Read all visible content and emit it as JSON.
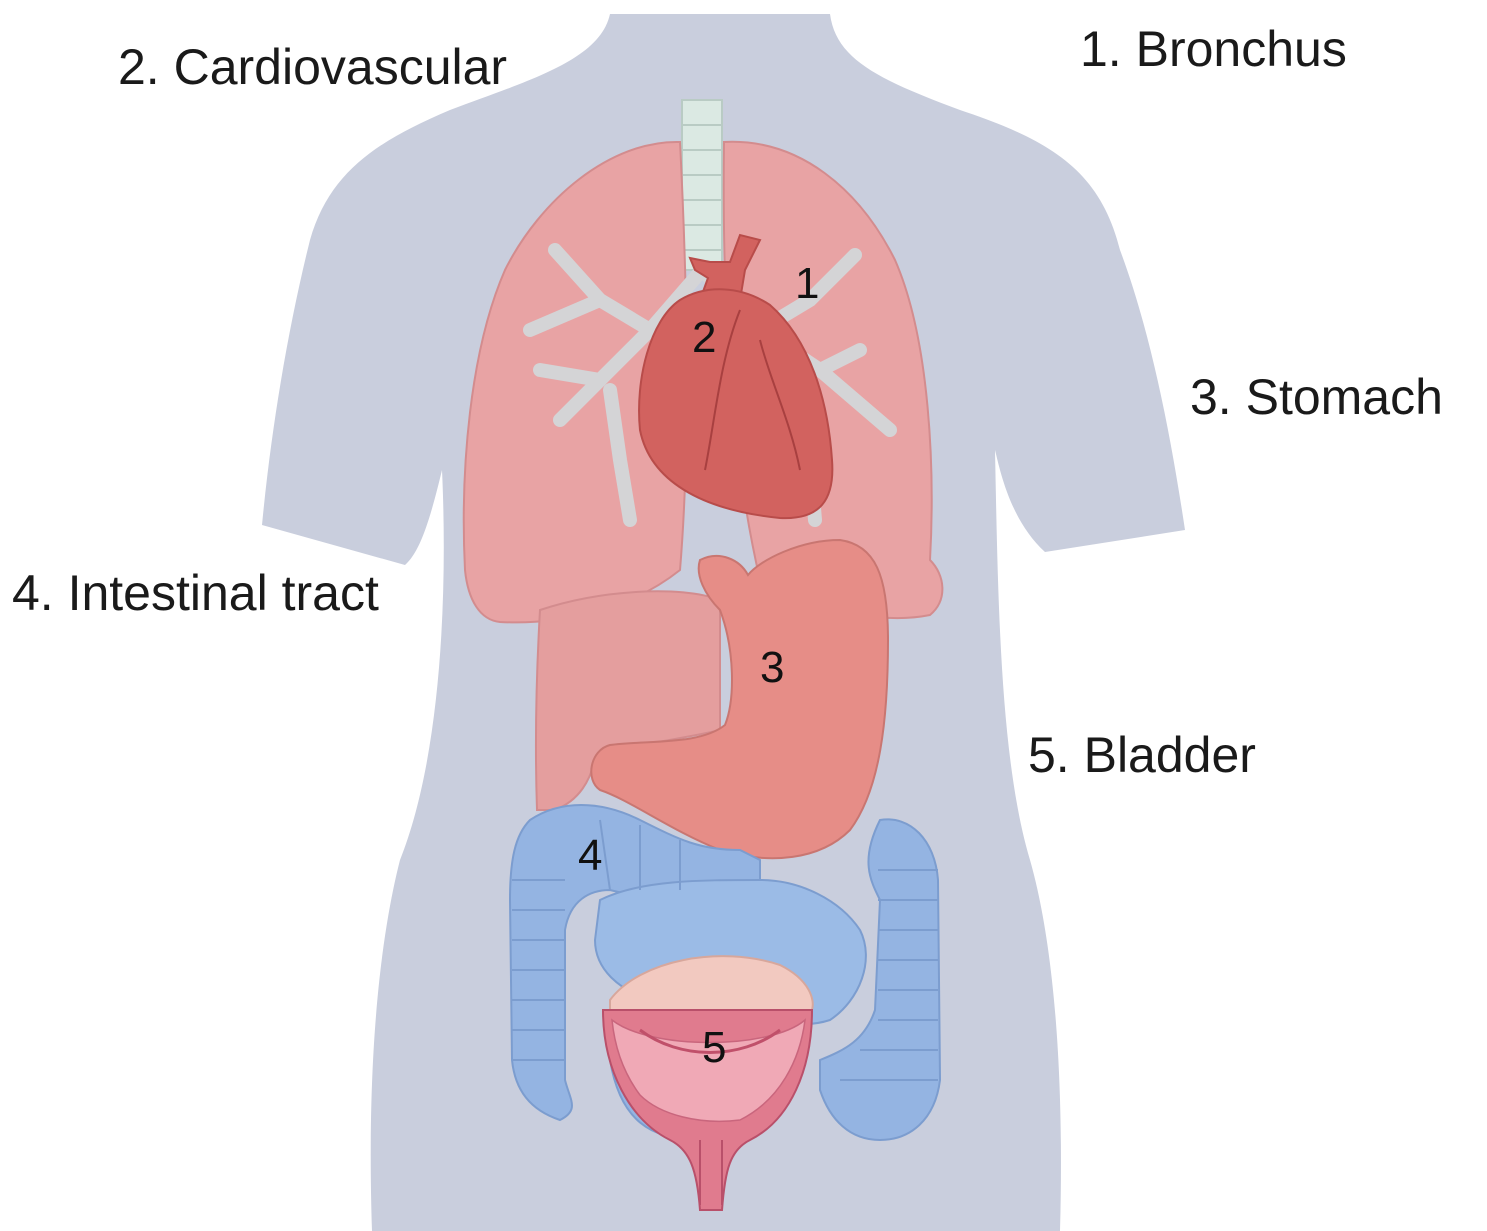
{
  "legend": {
    "bronchus": "1. Bronchus",
    "cardiovascular": "2. Cardiovascular",
    "stomach": "3. Stomach",
    "intestinal": "4. Intestinal tract",
    "bladder": "5. Bladder"
  },
  "markers": {
    "m1": "1",
    "m2": "2",
    "m3": "3",
    "m4": "4",
    "m5": "5"
  },
  "colors": {
    "body": "#c9cedd",
    "lung": "#e8a3a4",
    "heart": "#d2625f",
    "stomach": "#e68d87",
    "liver": "#e49e9e",
    "intestine": "#94b4e2",
    "bladder": "#e07b8e",
    "trachea": "#dbe9e3"
  }
}
